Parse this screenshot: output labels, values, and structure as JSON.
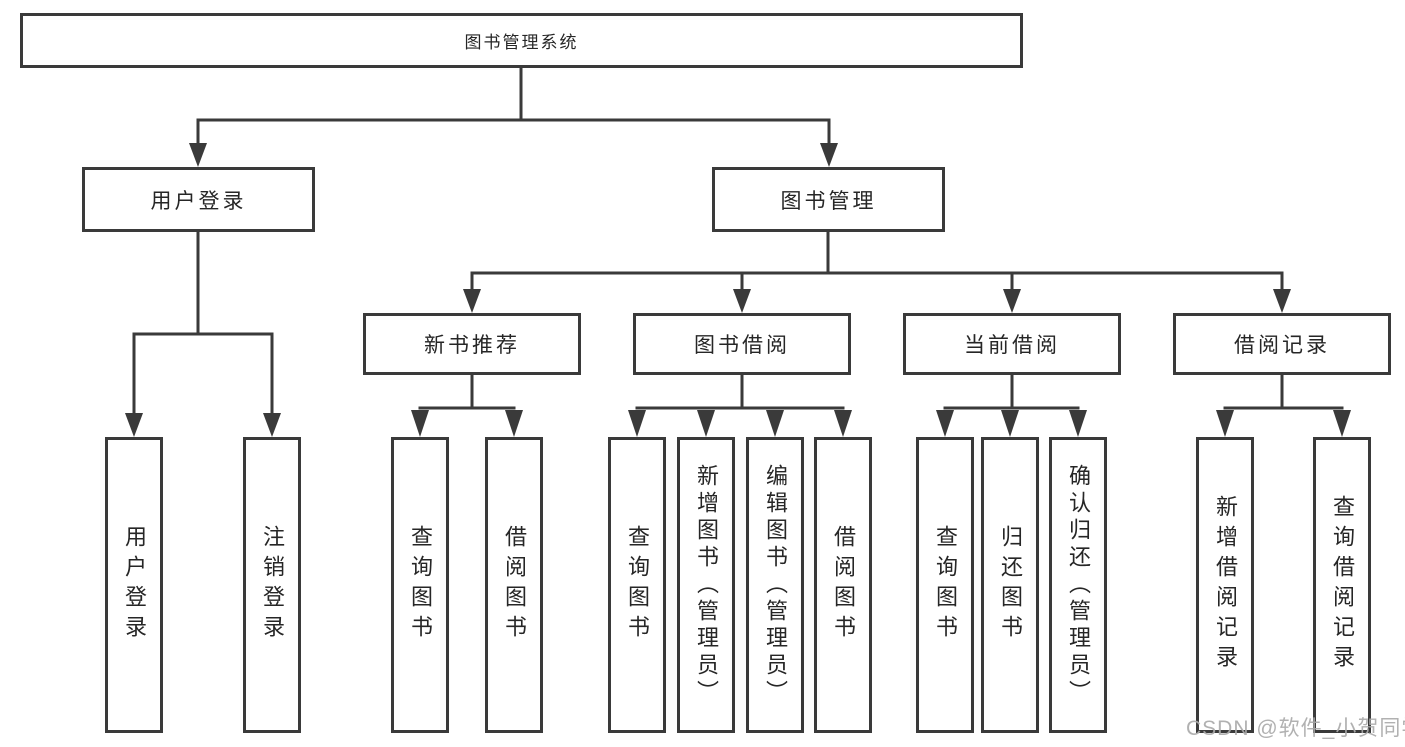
{
  "diagram_title": "图书管理系统",
  "colors": {
    "background": "#ffffff",
    "line": "#3a3a3a",
    "box_border": "#3a3a3a",
    "box_fill": "#ffffff",
    "text": "#262626",
    "watermark": "#aaaaaa"
  },
  "watermark": "CSDN @软件_小贺同学",
  "tree": {
    "label": "图书管理系统",
    "children": [
      {
        "label": "用户登录",
        "children": [
          {
            "label": "用户登录"
          },
          {
            "label": "注销登录"
          }
        ]
      },
      {
        "label": "图书管理",
        "children": [
          {
            "label": "新书推荐",
            "children": [
              {
                "label": "查询图书"
              },
              {
                "label": "借阅图书"
              }
            ]
          },
          {
            "label": "图书借阅",
            "children": [
              {
                "label": "查询图书"
              },
              {
                "label": "新增图书（管理员）"
              },
              {
                "label": "编辑图书（管理员）"
              },
              {
                "label": "借阅图书"
              }
            ]
          },
          {
            "label": "当前借阅",
            "children": [
              {
                "label": "查询图书"
              },
              {
                "label": "归还图书"
              },
              {
                "label": "确认归还（管理员）"
              }
            ]
          },
          {
            "label": "借阅记录",
            "children": [
              {
                "label": "新增借阅记录"
              },
              {
                "label": "查询借阅记录"
              }
            ]
          }
        ]
      }
    ]
  }
}
